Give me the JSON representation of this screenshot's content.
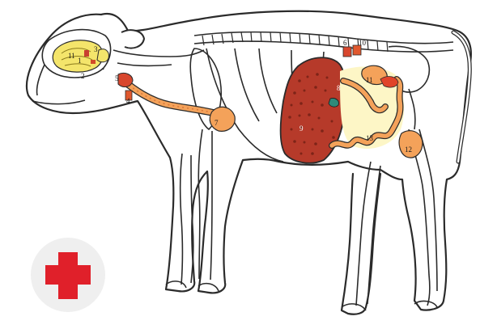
{
  "figure": {
    "subject": "calf anatomy diagram",
    "labels": [
      {
        "id": "1",
        "text": "1"
      },
      {
        "id": "2",
        "text": "2"
      },
      {
        "id": "3",
        "text": "3"
      },
      {
        "id": "4",
        "text": "4"
      },
      {
        "id": "5",
        "text": "5"
      },
      {
        "id": "6",
        "text": "6"
      },
      {
        "id": "7",
        "text": "7"
      },
      {
        "id": "8",
        "text": "8"
      },
      {
        "id": "9",
        "text": "9"
      },
      {
        "id": "10",
        "text": "10"
      },
      {
        "id": "11a",
        "text": "11"
      },
      {
        "id": "11b",
        "text": "11"
      },
      {
        "id": "12",
        "text": "12"
      },
      {
        "id": "13",
        "text": "13"
      }
    ]
  },
  "badge": {
    "icon": "red-cross-icon"
  },
  "colors": {
    "outline": "#2b2b2b",
    "liver": "#b63a2a",
    "liver_dark": "#7e2418",
    "digestive": "#f4a25a",
    "brain": "#f4e56b",
    "cross": "#e0202a",
    "badge_bg": "#efefef"
  }
}
